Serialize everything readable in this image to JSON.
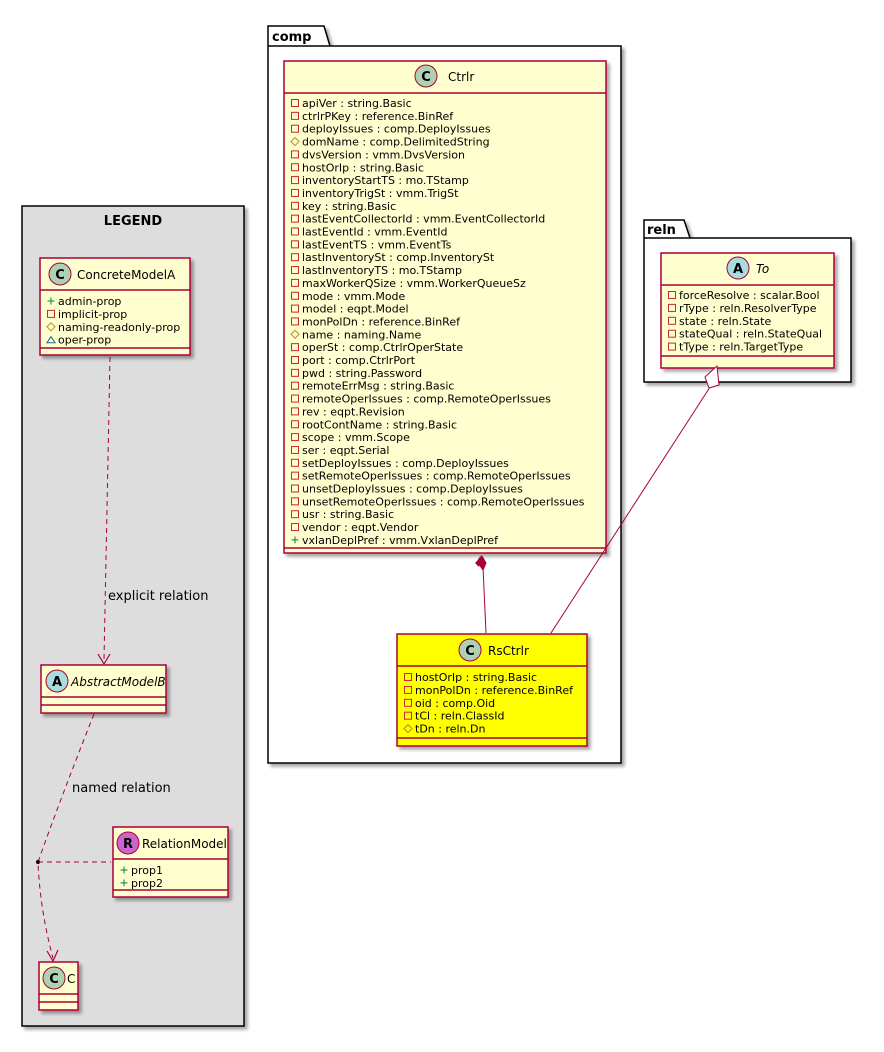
{
  "legend": {
    "title": "LEGEND",
    "concrete": {
      "letter": "C",
      "name": "ConcreteModelA",
      "attributes": [
        {
          "vis": "+",
          "text": "admin-prop"
        },
        {
          "vis": "-",
          "text": "implicit-prop"
        },
        {
          "vis": "#",
          "text": "naming-readonly-prop"
        },
        {
          "vis": "~",
          "text": "oper-prop"
        }
      ]
    },
    "abstract": {
      "letter": "A",
      "name": "AbstractModelB"
    },
    "relation_model": {
      "letter": "R",
      "name": "RelationModel",
      "attributes": [
        {
          "vis": "+",
          "text": "prop1"
        },
        {
          "vis": "+",
          "text": "prop2"
        }
      ]
    },
    "c_class": {
      "letter": "C",
      "name": "C"
    },
    "explicit_relation_label": "explicit relation",
    "named_relation_label": "named relation"
  },
  "comp": {
    "package_label": "comp",
    "ctrlr": {
      "letter": "C",
      "name": "Ctrlr",
      "attributes": [
        {
          "vis": "-",
          "text": "apiVer : string.Basic"
        },
        {
          "vis": "-",
          "text": "ctrlrPKey : reference.BinRef"
        },
        {
          "vis": "-",
          "text": "deployIssues : comp.DeployIssues"
        },
        {
          "vis": "#",
          "text": "domName : comp.DelimitedString"
        },
        {
          "vis": "-",
          "text": "dvsVersion : vmm.DvsVersion"
        },
        {
          "vis": "-",
          "text": "hostOrIp : string.Basic"
        },
        {
          "vis": "-",
          "text": "inventoryStartTS : mo.TStamp"
        },
        {
          "vis": "-",
          "text": "inventoryTrigSt : vmm.TrigSt"
        },
        {
          "vis": "-",
          "text": "key : string.Basic"
        },
        {
          "vis": "-",
          "text": "lastEventCollectorId : vmm.EventCollectorId"
        },
        {
          "vis": "-",
          "text": "lastEventId : vmm.EventId"
        },
        {
          "vis": "-",
          "text": "lastEventTS : vmm.EventTs"
        },
        {
          "vis": "-",
          "text": "lastInventorySt : comp.InventorySt"
        },
        {
          "vis": "-",
          "text": "lastInventoryTS : mo.TStamp"
        },
        {
          "vis": "-",
          "text": "maxWorkerQSize : vmm.WorkerQueueSz"
        },
        {
          "vis": "-",
          "text": "mode : vmm.Mode"
        },
        {
          "vis": "-",
          "text": "model : eqpt.Model"
        },
        {
          "vis": "-",
          "text": "monPolDn : reference.BinRef"
        },
        {
          "vis": "#",
          "text": "name : naming.Name"
        },
        {
          "vis": "-",
          "text": "operSt : comp.CtrlrOperState"
        },
        {
          "vis": "-",
          "text": "port : comp.CtrlrPort"
        },
        {
          "vis": "-",
          "text": "pwd : string.Password"
        },
        {
          "vis": "-",
          "text": "remoteErrMsg : string.Basic"
        },
        {
          "vis": "-",
          "text": "remoteOperIssues : comp.RemoteOperIssues"
        },
        {
          "vis": "-",
          "text": "rev : eqpt.Revision"
        },
        {
          "vis": "-",
          "text": "rootContName : string.Basic"
        },
        {
          "vis": "-",
          "text": "scope : vmm.Scope"
        },
        {
          "vis": "-",
          "text": "ser : eqpt.Serial"
        },
        {
          "vis": "-",
          "text": "setDeployIssues : comp.DeployIssues"
        },
        {
          "vis": "-",
          "text": "setRemoteOperIssues : comp.RemoteOperIssues"
        },
        {
          "vis": "-",
          "text": "unsetDeployIssues : comp.DeployIssues"
        },
        {
          "vis": "-",
          "text": "unsetRemoteOperIssues : comp.RemoteOperIssues"
        },
        {
          "vis": "-",
          "text": "usr : string.Basic"
        },
        {
          "vis": "-",
          "text": "vendor : eqpt.Vendor"
        },
        {
          "vis": "+",
          "text": "vxlanDeplPref : vmm.VxlanDeplPref"
        }
      ]
    },
    "rsctrlr": {
      "letter": "C",
      "name": "RsCtrlr",
      "attributes": [
        {
          "vis": "-",
          "text": "hostOrIp : string.Basic"
        },
        {
          "vis": "-",
          "text": "monPolDn : reference.BinRef"
        },
        {
          "vis": "-",
          "text": "oid : comp.Oid"
        },
        {
          "vis": "-",
          "text": "tCl : reln.ClassId"
        },
        {
          "vis": "#",
          "text": "tDn : reln.Dn"
        }
      ]
    }
  },
  "reln": {
    "package_label": "reln",
    "to": {
      "letter": "A",
      "name": "To",
      "attributes": [
        {
          "vis": "-",
          "text": "forceResolve : scalar.Bool"
        },
        {
          "vis": "-",
          "text": "rType : reln.ResolverType"
        },
        {
          "vis": "-",
          "text": "state : reln.State"
        },
        {
          "vis": "-",
          "text": "stateQual : reln.StateQual"
        },
        {
          "vis": "-",
          "text": "tType : reln.TargetType"
        }
      ]
    }
  },
  "colors": {
    "class_fill": "#FEFECE",
    "class_border": "#A80036",
    "highlight_fill": "#FFFF00",
    "legend_fill": "#DDDDDD",
    "circle_class": "#ADD1B2",
    "circle_abstract": "#A9DCDF",
    "circle_relation": "#CC66CC",
    "arrow": "#A80036"
  }
}
